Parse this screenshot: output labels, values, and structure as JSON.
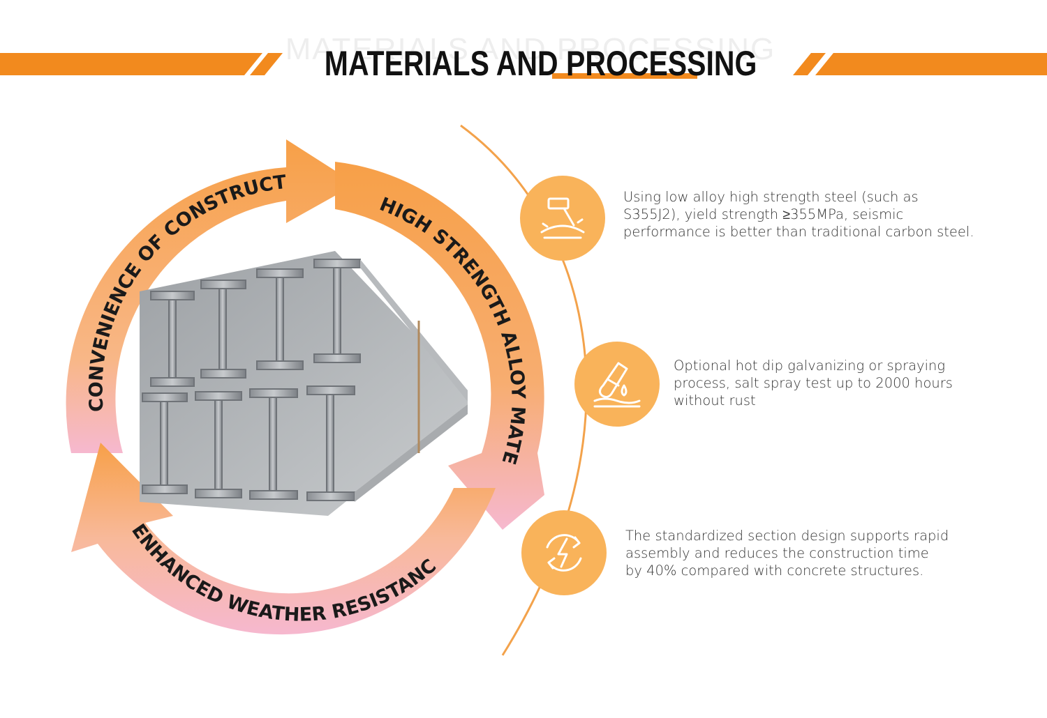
{
  "header": {
    "title": "MATERIALS AND PROCESSING",
    "title_ghost": "MATERIALS AND PROCESSING"
  },
  "cycle": {
    "labels": {
      "top_left": "CONVENIENCE OF CONSTRUCTION",
      "right": "HIGH STRENGTH ALLOY MATERIAL",
      "bottom": "ENHANCED WEATHER RESISTANCE"
    }
  },
  "features": [
    {
      "icon": "hammer-icon",
      "text": "Using low alloy high strength steel (such as\nS355J2), yield strength ≥355MPa, seismic\nperformance is better than traditional carbon steel."
    },
    {
      "icon": "test-tube-icon",
      "text": "Optional hot dip galvanizing or spraying\nprocess, salt spray test up to 2000 hours\nwithout rust"
    },
    {
      "icon": "lightning-cycle-icon",
      "text": "The standardized section design supports rapid\nassembly and reduces the construction time\nby 40% compared with concrete structures."
    }
  ],
  "colors": {
    "accent_orange": "#f28a1e",
    "icon_circle": "#f9b35a",
    "arrow_orange": "#f7a048",
    "arrow_pink": "#f6b8cf"
  }
}
